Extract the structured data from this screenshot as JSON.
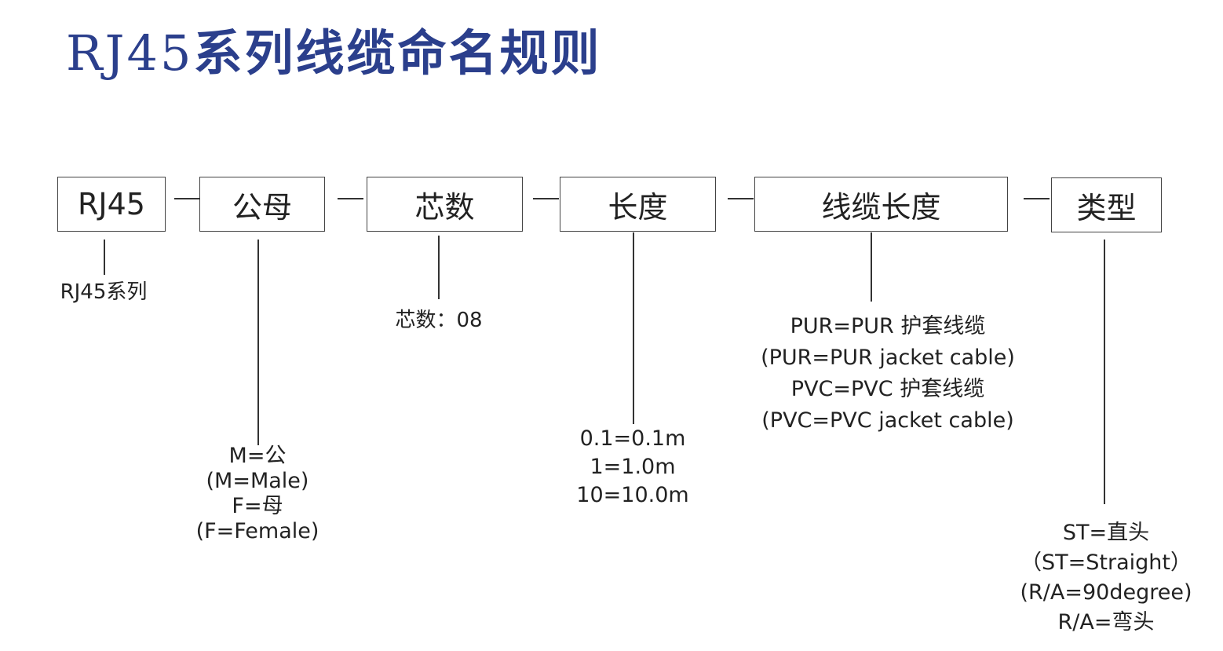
{
  "title": {
    "latin": "RJ45",
    "cjk": "系列线缆命名规则"
  },
  "segments": [
    {
      "label": "RJ45",
      "lines": [
        "RJ45系列"
      ]
    },
    {
      "label": "公母",
      "lines": [
        "M=公",
        "(M=Male)",
        "F=母",
        "(F=Female)"
      ]
    },
    {
      "label": "芯数",
      "lines": [
        "芯数：08"
      ]
    },
    {
      "label": "长度",
      "lines": [
        "0.1=0.1m",
        "1=1.0m",
        "10=10.0m"
      ]
    },
    {
      "label": "线缆长度",
      "lines": [
        "PUR=PUR 护套线缆",
        "(PUR=PUR jacket cable)",
        "PVC=PVC 护套线缆",
        "(PVC=PVC jacket cable)"
      ]
    },
    {
      "label": "类型",
      "lines": [
        "ST=直头",
        "（ST=Straight）",
        "(R/A=90degree)",
        "R/A=弯头"
      ]
    }
  ],
  "separator": "—",
  "colors": {
    "title": "#2b3f8c",
    "text": "#222222",
    "border": "#444444"
  }
}
